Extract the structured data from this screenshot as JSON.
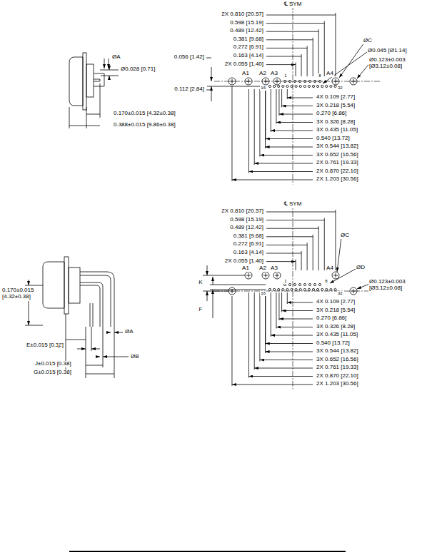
{
  "diagram": {
    "labels": [
      "℄ SYM",
      "2X 0.810 [20.57]",
      "0.598 [15.19]",
      "0.489 [12.42]",
      "0.381 [9.68]",
      "0.272 [6.91]",
      "0.163 [4.14]",
      "2X 0.055 [1.40]",
      "ØA",
      "Ø0.028 [0.71]",
      "0.056 [1.42]",
      "ØC",
      "Ø0.045 [Ø1.14]",
      "Ø0.123±0.003 [Ø3.12±0.08]",
      "A1",
      "A2",
      "A3",
      "A4",
      "1",
      "8",
      "0.112 [2.84]",
      "16",
      "32",
      "4X 0.109 [2.77]",
      "3X 0.218 [5.54]",
      "0.270 [6.86]",
      "3X 0.326 [8.28]",
      "3X 0.435 [11.05]",
      "0.540 [13.72]",
      "3X 0.544 [13.82]",
      "3X 0.652 [16.56]",
      "2X 0.761 [19.33]",
      "2X 0.870 [22.10]",
      "2X 1.203 [30.56]",
      "0.170±0.015 [4.32±0.38]",
      "0.388±0.015 [9.86±0.38]",
      "℄ SYM",
      "2X 0.810 [20.57]",
      "0.598 [15.19]",
      "0.489 [12.42]",
      "0.381 [9.68]",
      "0.272 [6.91]",
      "0.163 [4.14]",
      "2X 0.055 [1.40]",
      "ØC",
      "A1",
      "A2",
      "A3",
      "A4",
      "1",
      "8",
      "ØD",
      "Ø0.123±0.003 [Ø3.12±0.08]",
      "K",
      "16",
      "32",
      "F",
      "4X 0.109 [2.77]",
      "3X 0.218 [5.54]",
      "0.270 [6.86]",
      "3X 0.326 [8.28]",
      "3X 0.435 [11.05]",
      "0.540 [13.72]",
      "3X 0.544 [13.82]",
      "3X 0.652 [16.56]",
      "2X 0.761 [19.33]",
      "2X 0.870 [22.10]",
      "2X 1.203 [30.56]",
      "0.170±0.015 [4.32±0.38]",
      "ØA",
      "E±0.015 [0.38]",
      "F",
      "ØB",
      "J±0.015 [0.38]",
      "G±0.015 [0.38]"
    ]
  }
}
